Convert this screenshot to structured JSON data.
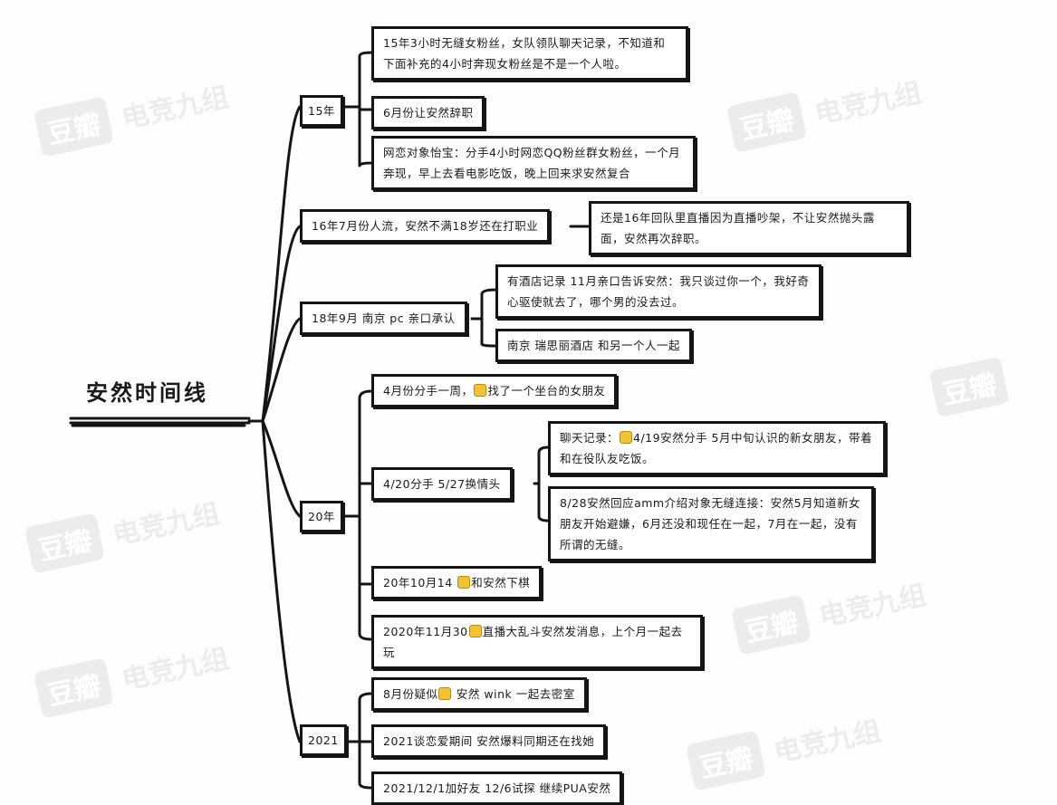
{
  "watermark": {
    "logo": "豆瓣",
    "text": "电竞九组"
  },
  "root": {
    "title": "安然时间线"
  },
  "branches": [
    {
      "label": "15年",
      "children": [
        {
          "parts": [
            "15年3小时无缝女粉丝，女队领队聊天记录，不知道和下面补充的4小时奔现女粉丝是不是一个人啦。"
          ]
        },
        {
          "parts": [
            "6月份让安然辞职"
          ]
        },
        {
          "parts": [
            "网恋对象怡宝：分手4小时网恋QQ粉丝群女粉丝，一个月奔现，早上去看电影吃饭，晚上回来求安然复合"
          ]
        }
      ]
    },
    {
      "label": "16年7月份人流，安然不满18岁还在打职业",
      "children": [
        {
          "parts": [
            "还是16年回队里直播因为直播吵架，不让安然抛头露面，安然再次辞职。"
          ]
        }
      ]
    },
    {
      "label": "18年9月 南京 pc 亲口承认",
      "children": [
        {
          "parts": [
            "有酒店记录 11月亲口告诉安然：我只谈过你一个，我好奇心驱使就去了，哪个男的没去过。"
          ]
        },
        {
          "parts": [
            "南京 瑞思丽酒店 和另一个人一起"
          ]
        }
      ]
    },
    {
      "label": "20年",
      "children": [
        {
          "parts": [
            "4月份分手一周，",
            "找了一个坐台的女朋友"
          ]
        },
        {
          "parts": [
            "4/20分手 5/27换情头"
          ],
          "children": [
            {
              "parts": [
                "聊天记录：",
                "4/19安然分手 5月中旬认识的新女朋友，带着和在役队友吃饭。"
              ]
            },
            {
              "parts": [
                "8/28安然回应amm介绍对象无缝连接：安然5月知道新女朋友开始避嫌，6月还没和现任在一起，7月在一起，没有所谓的无缝。"
              ]
            }
          ]
        },
        {
          "parts": [
            "20年10月14 ",
            "和安然下棋"
          ]
        },
        {
          "parts": [
            "2020年11月30",
            "直播大乱斗安然发消息，上个月一起去玩"
          ]
        }
      ]
    },
    {
      "label": "2021",
      "children": [
        {
          "parts": [
            "8月份疑似",
            " 安然 wink 一起去密室"
          ]
        },
        {
          "parts": [
            "2021谈恋爱期间 安然爆料同期还在找她"
          ]
        },
        {
          "parts": [
            "2021/12/1加好友 12/6试探 继续PUA安然"
          ]
        }
      ]
    }
  ]
}
